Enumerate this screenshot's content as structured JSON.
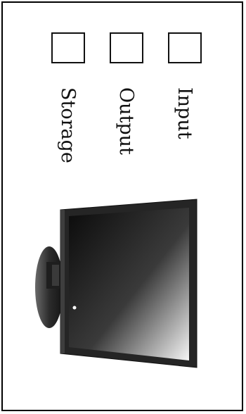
{
  "items": [
    {
      "id": "input",
      "label": "Input"
    },
    {
      "id": "output",
      "label": "Output"
    },
    {
      "id": "storage",
      "label": "Storage"
    }
  ],
  "image": {
    "subject": "monitor-icon"
  },
  "colors": {
    "border": "#000000",
    "text": "#111111",
    "bezel": "#2a2a2a"
  }
}
